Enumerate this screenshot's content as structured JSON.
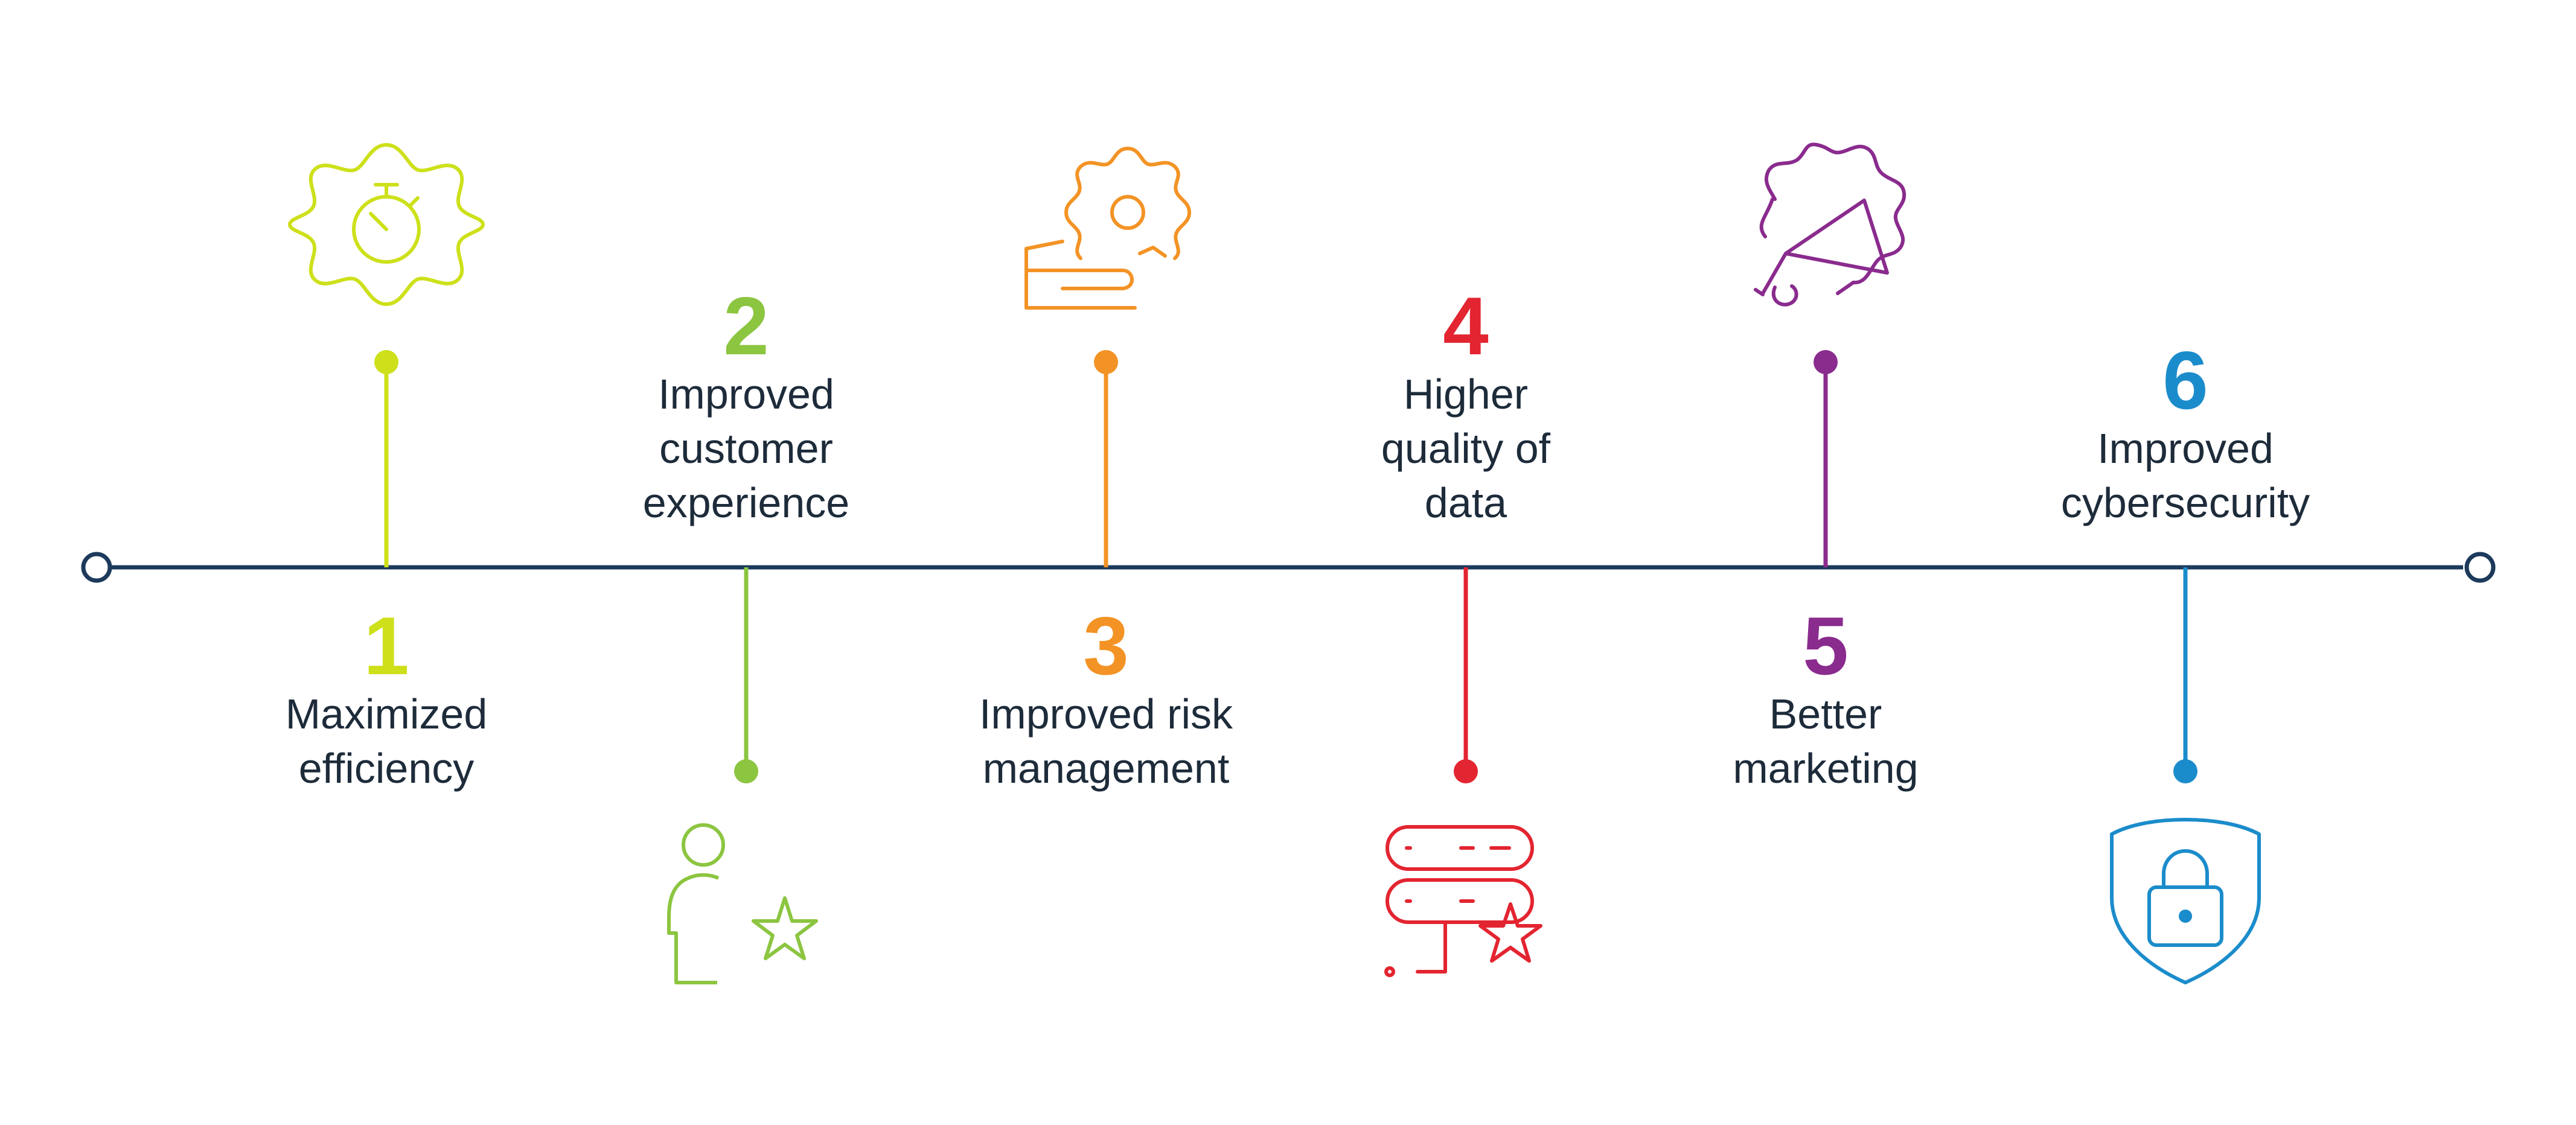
{
  "steps": [
    {
      "number": "1",
      "label_lines": [
        "Maximized",
        "efficiency"
      ],
      "color": "#cde01a",
      "icon": "stopwatch-gear-icon"
    },
    {
      "number": "2",
      "label_lines": [
        "Improved",
        "customer",
        "experience"
      ],
      "color": "#8cc540",
      "icon": "person-star-icon"
    },
    {
      "number": "3",
      "label_lines": [
        "Improved risk",
        "management"
      ],
      "color": "#f39325",
      "icon": "hand-gear-icon"
    },
    {
      "number": "4",
      "label_lines": [
        "Higher",
        "quality of",
        "data"
      ],
      "color": "#e32531",
      "icon": "server-star-icon"
    },
    {
      "number": "5",
      "label_lines": [
        "Better",
        "marketing"
      ],
      "color": "#8a2b8e",
      "icon": "megaphone-badge-icon"
    },
    {
      "number": "6",
      "label_lines": [
        "Improved",
        "cybersecurity"
      ],
      "color": "#1b8ccb",
      "icon": "shield-lock-icon"
    }
  ],
  "timeline_color": "#1d3a5c"
}
